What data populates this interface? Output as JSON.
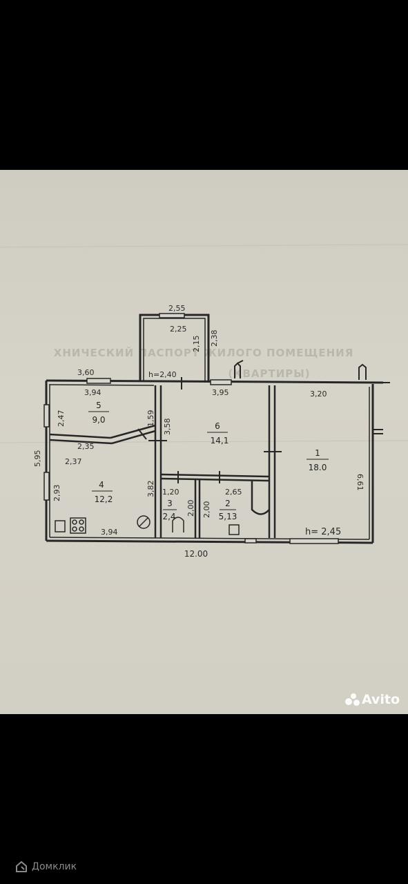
{
  "heading_text": "ХНИЧЕСКИЙ ПАСПОРТ ЖИЛОГО ПОМЕЩЕНИЯ",
  "heading_sub": "(КВАРТИРЫ)",
  "rooms": [
    {
      "number": "1",
      "area": "18.0"
    },
    {
      "number": "2",
      "area": "5,13"
    },
    {
      "number": "3",
      "area": "2,4"
    },
    {
      "number": "4",
      "area": "12,2"
    },
    {
      "number": "5",
      "area": "9,0"
    },
    {
      "number": "6",
      "area": "14,1"
    }
  ],
  "dims": {
    "porch_w_outer": "2,55",
    "porch_w_inner": "2,25",
    "porch_d_inner": "2,15",
    "porch_d_outer": "2,38",
    "porch_height": "h=2,40",
    "top_left_outer": "3,60",
    "top_left_inner": "3,94",
    "top_mid": "3,95",
    "top_right": "3,20",
    "left_height": "5,95",
    "room5_side": "2,47",
    "room5_bottom": "2,35",
    "room4_top": "2,37",
    "room4_side": "2,93",
    "room4_bottom": "3,94",
    "partition_upper": "1,59",
    "partition_middle": "3,58",
    "partition_lower": "3,82",
    "room3_width": "1,20",
    "room3_depth": "2,00",
    "room2_depth": "2,00",
    "room2_width": "2,65",
    "right_height": "6,61",
    "room1_height": "h= 2,45",
    "bottom_total": "12.00"
  },
  "watermark": "Avito",
  "app_brand": "Домклик"
}
